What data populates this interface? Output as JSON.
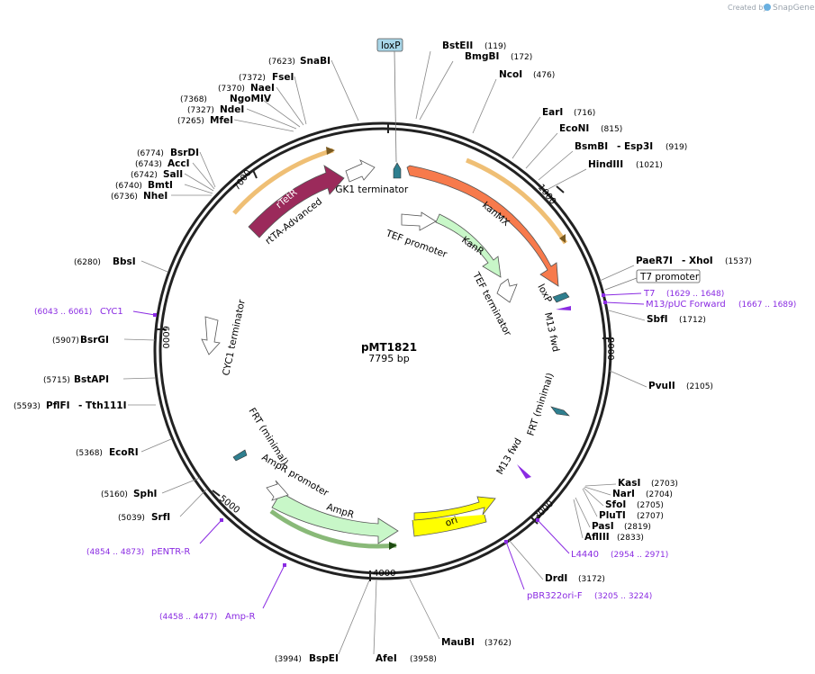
{
  "brand": {
    "created_by": "Created by",
    "app": "SnapGene"
  },
  "plasmid": {
    "name": "pMT1821",
    "length_label": "7795 bp",
    "length": 7795
  },
  "ticks": [
    "1000",
    "2000",
    "3000",
    "4000",
    "5000",
    "6000",
    "7000"
  ],
  "sites": [
    {
      "name": "BstEII",
      "pos": "(119)"
    },
    {
      "name": "BmgBI",
      "pos": "(172)"
    },
    {
      "name": "NcoI",
      "pos": "(476)"
    },
    {
      "name": "EarI",
      "pos": "(716)"
    },
    {
      "name": "EcoNI",
      "pos": "(815)"
    },
    {
      "name": "BsmBI",
      "name2": "- Esp3I",
      "pos": "(919)"
    },
    {
      "name": "HindIII",
      "pos": "(1021)"
    },
    {
      "name": "PaeR7I",
      "name2": "- XhoI",
      "pos": "(1537)"
    },
    {
      "name": "SbfI",
      "pos": "(1712)"
    },
    {
      "name": "PvuII",
      "pos": "(2105)"
    },
    {
      "name": "KasI",
      "pos": "(2703)"
    },
    {
      "name": "NarI",
      "pos": "(2704)"
    },
    {
      "name": "SfoI",
      "pos": "(2705)"
    },
    {
      "name": "PluTI",
      "pos": "(2707)"
    },
    {
      "name": "PasI",
      "pos": "(2819)"
    },
    {
      "name": "AflIII",
      "pos": "(2833)"
    },
    {
      "name": "DrdI",
      "pos": "(3172)"
    },
    {
      "name": "MauBI",
      "pos": "(3762)"
    },
    {
      "name": "AfeI",
      "pos": "(3958)"
    },
    {
      "name": "BspEI",
      "pos": "(3994)"
    },
    {
      "name": "SrfI",
      "pos": "(5039)"
    },
    {
      "name": "SphI",
      "pos": "(5160)"
    },
    {
      "name": "EcoRI",
      "pos": "(5368)"
    },
    {
      "name": "PflFI",
      "name2": "- Tth111I",
      "pos": "(5593)"
    },
    {
      "name": "BstAPI",
      "pos": "(5715)"
    },
    {
      "name": "BsrGI",
      "pos": "(5907)"
    },
    {
      "name": "BbsI",
      "pos": "(6280)"
    },
    {
      "name": "NheI",
      "pos": "(6736)"
    },
    {
      "name": "BmtI",
      "pos": "(6740)"
    },
    {
      "name": "SalI",
      "pos": "(6742)"
    },
    {
      "name": "AccI",
      "pos": "(6743)"
    },
    {
      "name": "BsrDI",
      "pos": "(6774)"
    },
    {
      "name": "MfeI",
      "pos": "(7265)"
    },
    {
      "name": "NdeI",
      "pos": "(7327)"
    },
    {
      "name": "NgoMIV",
      "pos": "(7368)"
    },
    {
      "name": "NaeI",
      "pos": "(7370)"
    },
    {
      "name": "FseI",
      "pos": "(7372)"
    },
    {
      "name": "SnaBI",
      "pos": "(7623)"
    }
  ],
  "primers": [
    {
      "name": "T7",
      "range": "(1629 .. 1648)"
    },
    {
      "name": "M13/pUC Forward",
      "range": "(1667 .. 1689)"
    },
    {
      "name": "L4440",
      "range": "(2954 .. 2971)"
    },
    {
      "name": "pBR322ori-F",
      "range": "(3205 .. 3224)"
    },
    {
      "name": "Amp-R",
      "range": "(4458 .. 4477)"
    },
    {
      "name": "pENTR-R",
      "range": "(4854 .. 4873)"
    },
    {
      "name": "CYC1",
      "range": "(6043 .. 6061)"
    }
  ],
  "boxed_labels": {
    "loxp_top": "loxP",
    "t7_promoter": "T7 promoter"
  },
  "features": {
    "rtetr": "rTetR",
    "rtta": "rtTA-Advanced",
    "pgk1": "PGK1 terminator",
    "kanmx": "kanMX",
    "tef_promoter": "TEF promoter",
    "kanr": "KanR",
    "tef_terminator": "TEF terminator",
    "loxp_right": "loxP",
    "m13fwd_right": "M13 fwd",
    "frt_right": "FRT (minimal)",
    "m13fwd_lower": "M13 fwd",
    "ori": "ori",
    "ampr": "AmpR",
    "ampr_promoter": "AmpR promoter",
    "frt_left": "FRT (minimal)",
    "cyc1_terminator": "CYC1 terminator"
  },
  "colors": {
    "backbone": "#222222",
    "kanmx": "#f77a4c",
    "kanr": "#c8f7c8",
    "rtetr": "#9b2a5b",
    "ori": "#ffff00",
    "ampr": "#c8f7c8",
    "terminator": "#ffffff",
    "small_feature": "#2f7f8f",
    "primer": "#8a2be2",
    "orf_outline": "#e8a43a",
    "orf_green": "#3a8a1e",
    "loxp_box": "#a8d6e8"
  }
}
